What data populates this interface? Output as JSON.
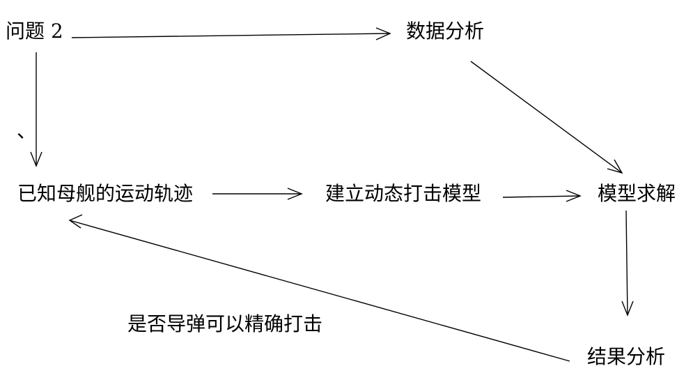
{
  "nodes": {
    "problem": "问题 2",
    "data_analysis": "数据分析",
    "mark": "、",
    "known_trajectory": "已知母舰的运动轨迹",
    "build_model": "建立动态打击模型",
    "solve_model": "模型求解",
    "question": "是否导弹可以精确打击",
    "result_analysis": "结果分析"
  }
}
